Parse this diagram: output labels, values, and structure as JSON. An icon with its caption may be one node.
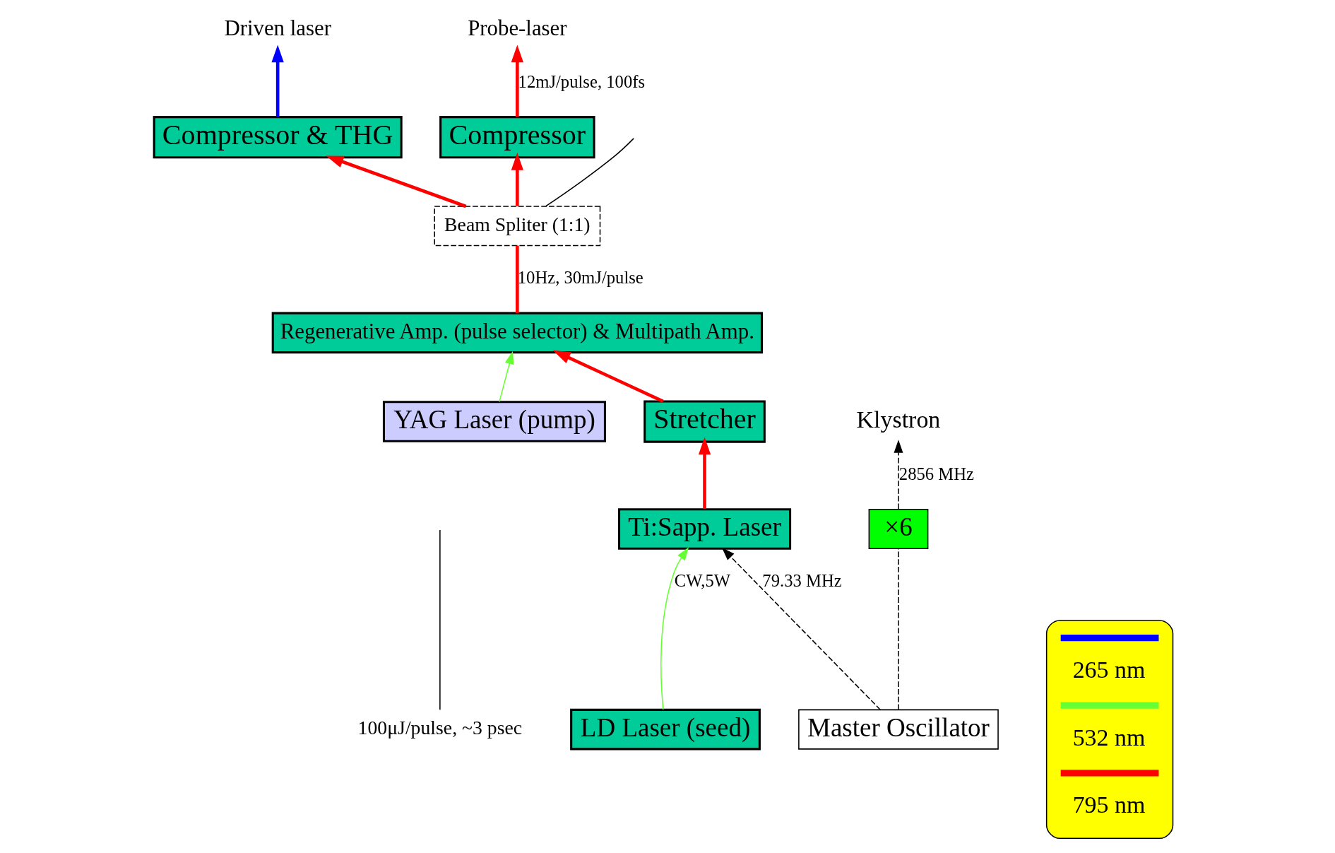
{
  "diagram": {
    "nodes": [
      {
        "text": [
          "100μJ/pulse, ~3 psec"
        ]
      },
      {
        "text": [
          "Compressor & THG"
        ]
      },
      {
        "text": [
          "Beam Spliter (1:1)"
        ]
      },
      {
        "text": [
          "Compressor"
        ]
      },
      {
        "text": [
          "Driven laser"
        ]
      },
      {
        "text": [
          "Probe-laser"
        ]
      },
      {
        "text": [
          "Regenerative Amp. (pulse selector) & Multipath Amp."
        ]
      },
      {
        "text": [
          "YAG Laser (pump)"
        ]
      },
      {
        "text": [
          "LD Laser (seed)"
        ]
      },
      {
        "text": [
          "Stretcher"
        ]
      },
      {
        "text": [
          "Ti:Sapp. Laser"
        ]
      },
      {
        "text": [
          "×6"
        ]
      },
      {
        "text": [
          "Master Oscillator"
        ]
      },
      {
        "text": [
          "Klystron"
        ]
      }
    ],
    "edges": [
      {
        "from": 0,
        "to": null,
        "arrow": "none",
        "color": "#000000"
      },
      {
        "from": 2,
        "to": null,
        "arrow": "none",
        "color": "#000000"
      },
      {
        "from": 6,
        "to": 2,
        "arrow": "none",
        "label": "10Hz, 30mJ/pulse",
        "style": "thick",
        "color": "#ff0000"
      },
      {
        "from": 2,
        "to": 1,
        "arrow": "to",
        "style": "thick",
        "color": "#ff0000"
      },
      {
        "from": 2,
        "to": 3,
        "arrow": "to",
        "style": "thick",
        "color": "#ff0000"
      },
      {
        "from": 1,
        "to": 4,
        "arrow": "to",
        "style": "thick",
        "color": "#0000ff"
      },
      {
        "from": 3,
        "to": 5,
        "arrow": "to",
        "label": "12mJ/pulse, 100fs",
        "style": "thick",
        "color": "#ff0000"
      },
      {
        "from": 7,
        "to": 6,
        "arrow": "to",
        "color": "#66ff33"
      },
      {
        "from": 8,
        "to": 10,
        "arrow": "to",
        "label": "CW,5W",
        "color": "#66ff33"
      },
      {
        "from": 10,
        "to": 9,
        "arrow": "to",
        "style": "thick",
        "color": "#ff0000"
      },
      {
        "from": 9,
        "to": 6,
        "arrow": "to",
        "style": "thick",
        "color": "#ff0000"
      },
      {
        "from": 12,
        "to": 10,
        "arrow": "to",
        "label": "79.33 MHz",
        "style": "dashed",
        "color": "#000000"
      },
      {
        "from": 12,
        "to": 11,
        "arrow": "none",
        "style": "dashed",
        "color": "#000000"
      },
      {
        "from": 11,
        "to": 13,
        "arrow": "to",
        "label": "2856 MHz",
        "style": "dashed",
        "color": "#000000"
      }
    ],
    "legend": [
      {
        "text": "265 nm",
        "color": "#0000ff"
      },
      {
        "text": "532 nm",
        "color": "#66ff33"
      },
      {
        "text": "795 nm",
        "color": "#ff0000"
      }
    ]
  }
}
